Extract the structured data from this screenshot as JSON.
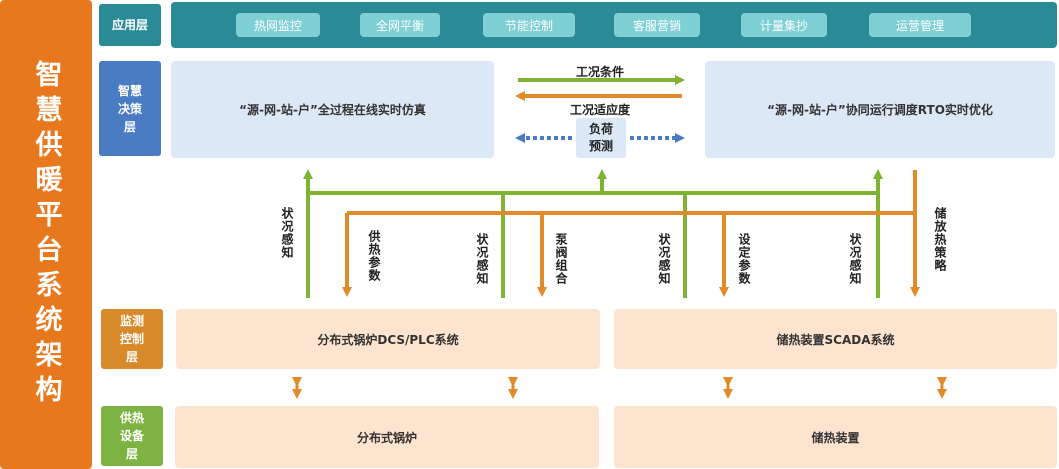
{
  "title": "智慧供暖平台系统架构",
  "layers": {
    "application": "应用层",
    "decision": "智慧决策层",
    "monitoring": "监测控制层",
    "equipment": "供热设备层"
  },
  "app_items": [
    "热网监控",
    "全网平衡",
    "节能控制",
    "客服营销",
    "计量集抄",
    "运营管理"
  ],
  "decision": {
    "left_panel": "“源-网-站-户”全过程在线实时仿真",
    "right_panel": "“源-网-站-户”协同运行调度RTO实时优化",
    "arrow_right_label": "工况条件",
    "arrow_left_label": "工况适应度",
    "load_box": "负荷预测"
  },
  "connectors": {
    "sense_1": "状况感知",
    "supply_params": "供热参数",
    "sense_2": "状况感知",
    "pump_valve": "泵阀组合",
    "sense_3": "状况感知",
    "set_params": "设定参数",
    "sense_4": "状况感知",
    "storage_strategy": "储放热策略"
  },
  "monitoring": {
    "left_panel": "分布式锅炉DCS/PLC系统",
    "right_panel": "储热装置SCADA系统"
  },
  "equipment": {
    "left_panel": "分布式锅炉",
    "right_panel": "储热装置"
  },
  "colors": {
    "orange": "#e8781e",
    "green": "#7cb342",
    "blue": "#4a7cc4",
    "teal": "#2a8b96",
    "light_blue_panel": "#dde8f7",
    "peach_panel": "#fce4cf",
    "arrow_orange": "#e08a2a",
    "arrow_green": "#7fb432"
  }
}
